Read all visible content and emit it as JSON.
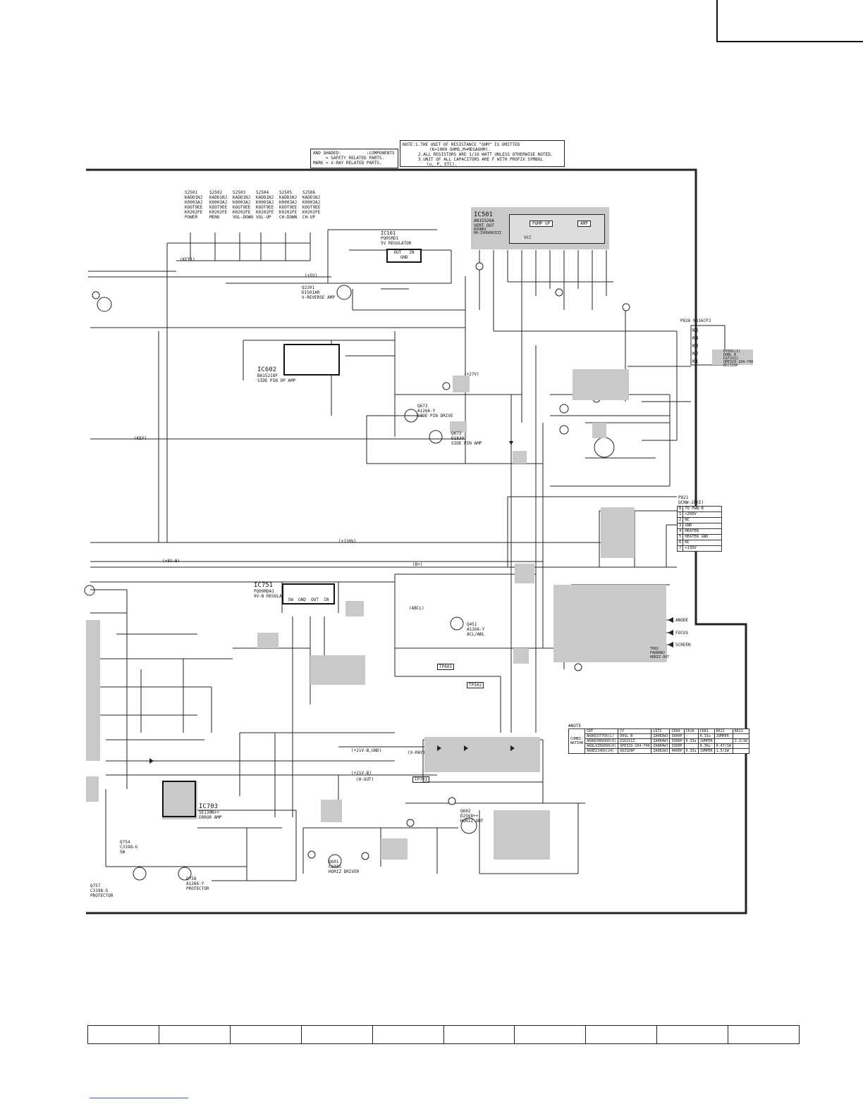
{
  "legend": {
    "line1": "AND SHADED:          :COMPONENTS",
    "line2": "= SAFETY RELATED PARTS.",
    "line3": "MARK = X-RAY RELATED PARTS."
  },
  "note": {
    "line1": "NOTE:1.THE UNIT OF RESISTANCE \"OHM\" IS OMITTED",
    "line2": "(K=1000 OHMS,M=MEGAOHM).",
    "line3": "2.ALL RESISTORS ARE 1/16 WATT UNLESS OTHERWISE NOTED.",
    "line4": "3.UNIT OF ALL CAPACITORS ARE F WITH PROFIX SYMBOL",
    "line5": "(u, P, ETC)."
  },
  "switches": [
    {
      "ref": "S2501",
      "part": "KADD1NJ",
      "desc": "K0003AJ\nKOOT9EE\nK0202FE\nPOWER"
    },
    {
      "ref": "S2502",
      "part": "KADD1NJ",
      "desc": "K0003AJ\nKOOT9EE\nK0202FE\nMENU"
    },
    {
      "ref": "S2503",
      "part": "KADD1NJ",
      "desc": "K0003AJ\nKOOT9EE\nK0202FE\nVOL-DOWN"
    },
    {
      "ref": "S2504",
      "part": "KADD1NJ",
      "desc": "K0003AJ\nKOOT9EE\nK0202FE\nVOL-UP"
    },
    {
      "ref": "S2505",
      "part": "KADD1NJ",
      "desc": "K0003AJ\nKOOT9EE\nK0202FE\nCH-DOWN"
    },
    {
      "ref": "S2506",
      "part": "KADD1NJ",
      "desc": "K0003AJ\nKOOT9EE\nK0202FE\nCH-UP"
    }
  ],
  "ics": {
    "ic101": {
      "name": "IC101",
      "part": "PQ05RD1",
      "desc": "5V REGULATOR",
      "pins": "OUT   IN\nGND"
    },
    "ic501": {
      "name": "IC501",
      "part": "AN15526A",
      "desc": "VERT OUT",
      "extra": "ROUND1\nRH-IX0080CEZZ",
      "blocks": [
        "PUMP UP",
        "AMP",
        "VCC"
      ]
    },
    "ic602": {
      "name": "IC602",
      "part": "BA15218F",
      "desc": "SIDE PIN OP AMP"
    },
    "ic751": {
      "name": "IC751",
      "part": "PQ09RDA1",
      "desc": "9V-B REGULATOR",
      "pins": "SW  GND  OUT  IN"
    },
    "ic703": {
      "name": "IC703",
      "part": "SE130N++",
      "desc": "ERROR AMP"
    }
  },
  "transistors": [
    {
      "ref": "Q2201",
      "part": "DIS01AR",
      "desc": "V-REVERSE AMP"
    },
    {
      "ref": "Q672",
      "part": "A1266-Y",
      "desc": "SIDE PIN DRIVE"
    },
    {
      "ref": "Q673",
      "part": "D1830",
      "desc": "SIDE PIN AMP"
    },
    {
      "ref": "Q451",
      "part": "A1266-Y",
      "desc": "ACL/ABL"
    },
    {
      "ref": "Q601",
      "part": "C2482",
      "desc": "HORIZ DRIVER"
    },
    {
      "ref": "Q602",
      "part": "D2568++",
      "desc": "HORIZ OUT"
    },
    {
      "ref": "Q754",
      "part": "C3198-G",
      "desc": "SW"
    },
    {
      "ref": "Q757",
      "part": "C3198-G",
      "desc": "PROTECTOR"
    },
    {
      "ref": "Q758",
      "part": "A1266-Y",
      "desc": "PROTECTOR"
    }
  ],
  "nets": {
    "plus5v": "(+5V)",
    "key1": "(KEY1)",
    "plus27v": "(+27V)",
    "plus130v": "(+130V)",
    "plus8vb": "(+8V-B)",
    "b_plus": "(B+)",
    "abcl": "(ABCL)",
    "xray": "(X-RAY)",
    "plus21v_b": "(+21V-B)",
    "plus21v_gnd": "(+21V-B,GND)",
    "hout": "(H-OUT)",
    "key": "(KEY)"
  },
  "connectors": {
    "k_header": {
      "ref": "P826",
      "part": "NS16CPJ",
      "pins": [
        "K5",
        "K4",
        "K3",
        "K2",
        "K1"
      ]
    },
    "pwb": {
      "ref": "P821",
      "part": "QCNW-1F(E)",
      "title": "TO PWB-B",
      "col_n": "N",
      "rows": [
        {
          "n": "1",
          "sig": "+200V"
        },
        {
          "n": "2",
          "sig": "NC"
        },
        {
          "n": "3",
          "sig": "GND"
        },
        {
          "n": "4",
          "sig": "HEATER"
        },
        {
          "n": "5",
          "sig": "HEATER GND"
        },
        {
          "n": "6",
          "sig": "NC"
        },
        {
          "n": "7",
          "sig": "+130V"
        }
      ]
    }
  },
  "fbt": {
    "ref": "T602",
    "part": "FA080WJ",
    "desc": "HORIZ OUT",
    "outputs": [
      "ANODE",
      "FOCUS",
      "SCREEN"
    ]
  },
  "test_points": [
    "TP601",
    "TP502",
    "TP701"
  ],
  "combination_table": {
    "note": "#NOTE",
    "label": "COMBI-\nNATION",
    "headers": [
      "CRT",
      "CY",
      "L672",
      "C609",
      "C610",
      "C681",
      "R622",
      "R621"
    ],
    "rows": [
      [
        "A68QCU770X(L)",
        "D0SL B",
        "ZA0B3WJ",
        "3900P",
        "-",
        "0.33u",
        "JUMPER",
        ""
      ],
      [
        "A68QCH89X60(0)",
        "D1D2S1Z",
        "ZA0B4WJ",
        "3300P",
        "0.33u",
        "JUMPER",
        "",
        "3.3/1W"
      ],
      [
        "A68LXZ89X60(0)",
        "QPE329-104-749",
        "ZA0B4WJ",
        "3300P",
        "-",
        "0.36u",
        "0.47/1W",
        ""
      ],
      [
        "A68EZJ40X(24)",
        "66Z1D8P",
        "ZA0B1WJ",
        "4000P",
        "0.33u",
        "JUMPER",
        "1.5/2W",
        ""
      ]
    ]
  },
  "yoke_label": "DY501(1)\nDOBL B\nD1F2S12\nQPE329-104-749\n66Z1D8P",
  "side_pin_label": "NS16CPJ",
  "protector_label": "C3198-G\nPROTECTOR"
}
